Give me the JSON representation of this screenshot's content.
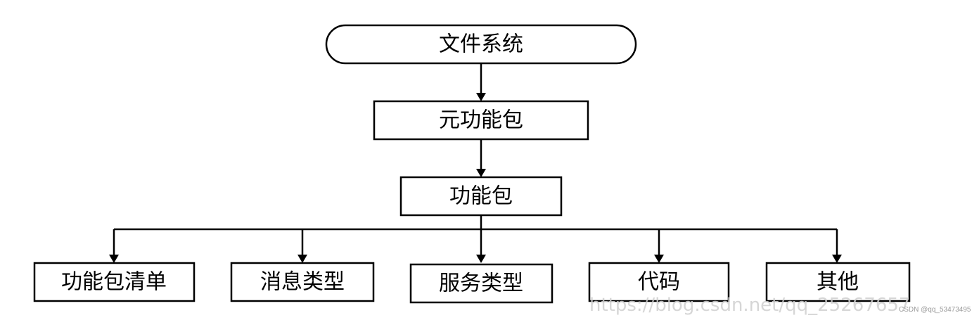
{
  "diagram": {
    "root": "文件系统",
    "level1": "元功能包",
    "level2": "功能包",
    "children": [
      "功能包清单",
      "消息类型",
      "服务类型",
      "代码",
      "其他"
    ]
  },
  "watermark": {
    "url": "https://blog.csdn.net/qq_25267657",
    "credit": "CSDN @qq_53473495"
  }
}
